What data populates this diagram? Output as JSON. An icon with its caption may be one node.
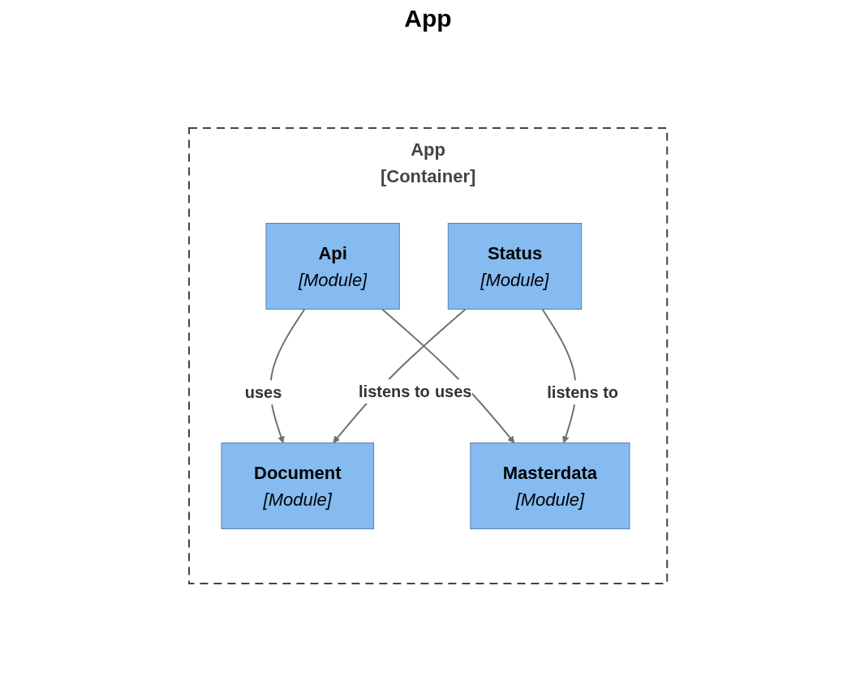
{
  "diagram": {
    "title": "App",
    "nodes": [
      {
        "text": [
          "App",
          "[Container]"
        ]
      },
      {
        "text": [
          "Api",
          "[Module]"
        ],
        "in": 0
      },
      {
        "text": [
          "Status",
          "[Module]"
        ],
        "in": 0
      },
      {
        "text": [
          "Document",
          "[Module]"
        ],
        "in": 0
      },
      {
        "text": [
          "Masterdata",
          "[Module]"
        ],
        "in": 0
      }
    ],
    "edges": [
      {
        "from": 1,
        "to": 3,
        "label": "uses",
        "arrow": "to"
      },
      {
        "from": 1,
        "to": 4,
        "label": "uses",
        "arrow": "to"
      },
      {
        "from": 2,
        "to": 3,
        "label": "listens to",
        "arrow": "to"
      },
      {
        "from": 2,
        "to": 4,
        "label": "listens to",
        "arrow": "to"
      }
    ]
  }
}
